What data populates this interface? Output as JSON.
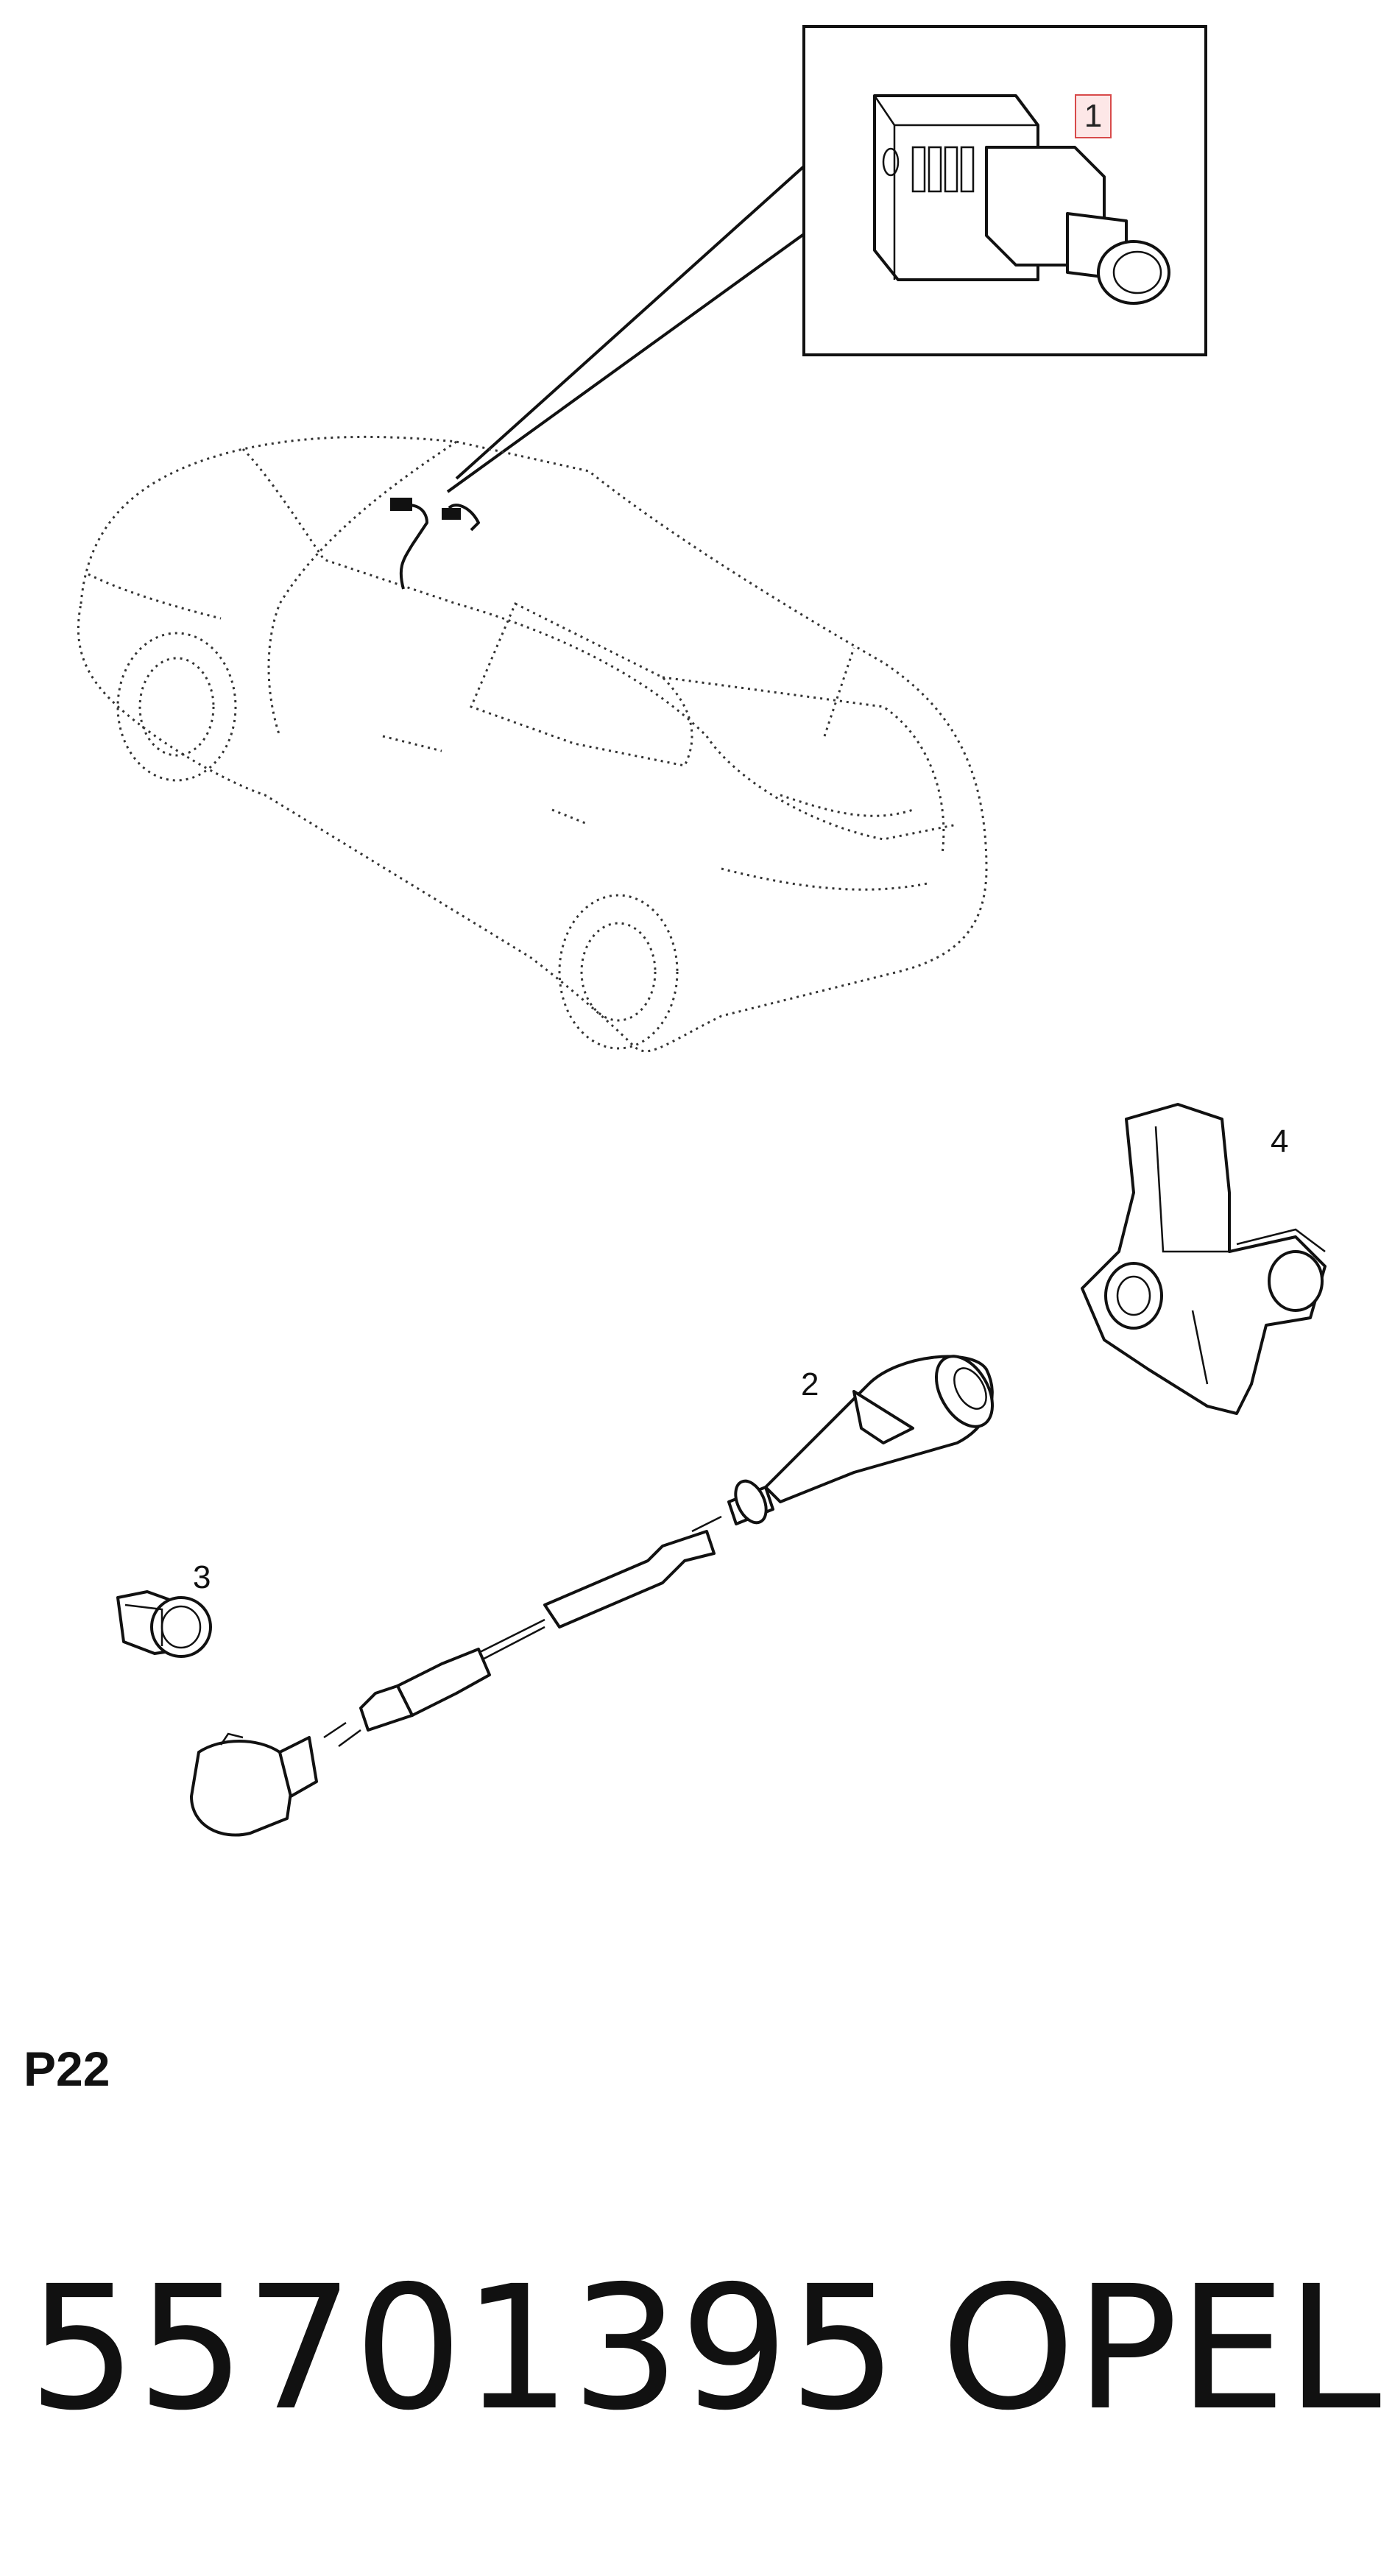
{
  "callouts": {
    "item_1": "1",
    "item_2": "2",
    "item_3": "3",
    "item_4": "4"
  },
  "page_code": "P22",
  "footer": {
    "part_number": "55701395",
    "brand": "OPEL"
  },
  "colors": {
    "line": "#111111",
    "highlight_border": "#d84a4a",
    "highlight_fill": "#fde7e7"
  }
}
